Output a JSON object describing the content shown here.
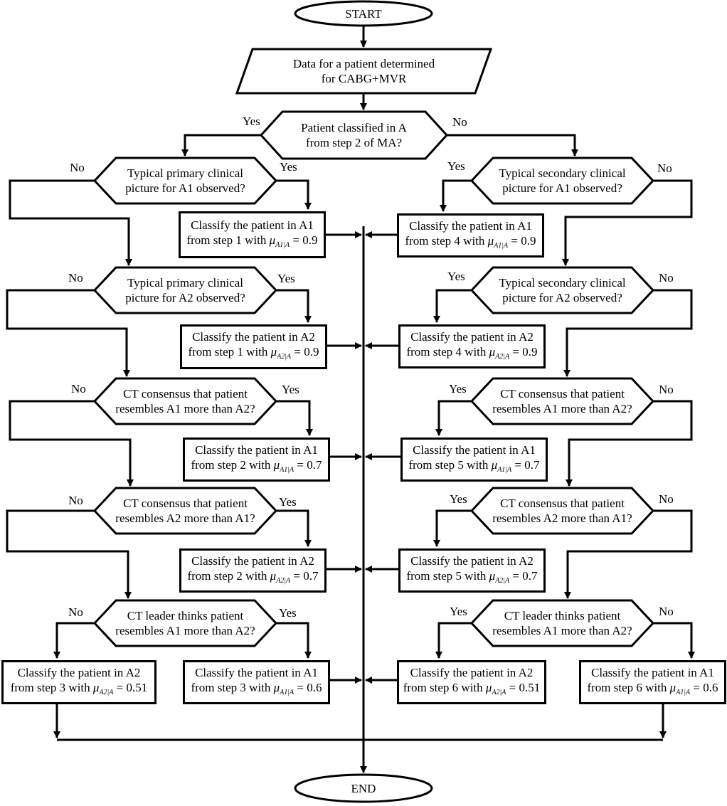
{
  "start": "START",
  "end": "END",
  "input": [
    "Data for a patient determined",
    "for CABG+MVR"
  ],
  "root_question": [
    "Patient classified in A",
    "from step 2 of MA?"
  ],
  "yes": "Yes",
  "no": "No",
  "left_questions": [
    [
      "Typical primary clinical",
      "picture for A1 observed?"
    ],
    [
      "Typical primary clinical",
      "picture for A2 observed?"
    ],
    [
      "CT consensus that patient",
      "resembles A1 more than A2?"
    ],
    [
      "CT consensus that patient",
      "resembles A2 more than A1?"
    ],
    [
      "CT leader thinks patient",
      "resembles A1 more than A2?"
    ]
  ],
  "right_questions": [
    [
      "Typical secondary clinical",
      "picture for A1 observed?"
    ],
    [
      "Typical secondary clinical",
      "picture for A2 observed?"
    ],
    [
      "CT consensus that patient",
      "resembles A1 more than A2?"
    ],
    [
      "CT consensus that patient",
      "resembles A2 more than A1?"
    ],
    [
      "CT leader thinks patient",
      "resembles A1 more than A2?"
    ]
  ],
  "left_outcomes": [
    {
      "line1": "Classify the patient in A1",
      "step": "from step 1 with",
      "sub": "A1|A",
      "value": "= 0.9"
    },
    {
      "line1": "Classify the patient in A2",
      "step": "from step 1 with",
      "sub": "A2|A",
      "value": "= 0.9"
    },
    {
      "line1": "Classify the patient in A1",
      "step": "from step 2 with",
      "sub": "A1|A",
      "value": "= 0.7"
    },
    {
      "line1": "Classify the patient in A2",
      "step": "from step 2 with",
      "sub": "A2|A",
      "value": "= 0.7"
    },
    {
      "line1": "Classify the patient in A1",
      "step": "from step 3 with",
      "sub": "A1|A",
      "value": "= 0.6"
    },
    {
      "line1": "Classify the patient in A2",
      "step": "from step 3 with",
      "sub": "A2|A",
      "value": "= 0.51"
    }
  ],
  "right_outcomes": [
    {
      "line1": "Classify the patient in A1",
      "step": "from step 4 with",
      "sub": "A1|A",
      "value": "= 0.9"
    },
    {
      "line1": "Classify the patient in A2",
      "step": "from step 4 with",
      "sub": "A2|A",
      "value": "= 0.9"
    },
    {
      "line1": "Classify the patient in A1",
      "step": "from step 5 with",
      "sub": "A1|A",
      "value": "= 0.7"
    },
    {
      "line1": "Classify the patient in A2",
      "step": "from step 5 with",
      "sub": "A2|A",
      "value": "= 0.7"
    },
    {
      "line1": "Classify the patient in A2",
      "step": "from step 6 with",
      "sub": "A2|A",
      "value": "= 0.51"
    },
    {
      "line1": "Classify the patient in A1",
      "step": "from step 6 with",
      "sub": "A1|A",
      "value": "= 0.6"
    }
  ],
  "mu_symbol": "μ"
}
